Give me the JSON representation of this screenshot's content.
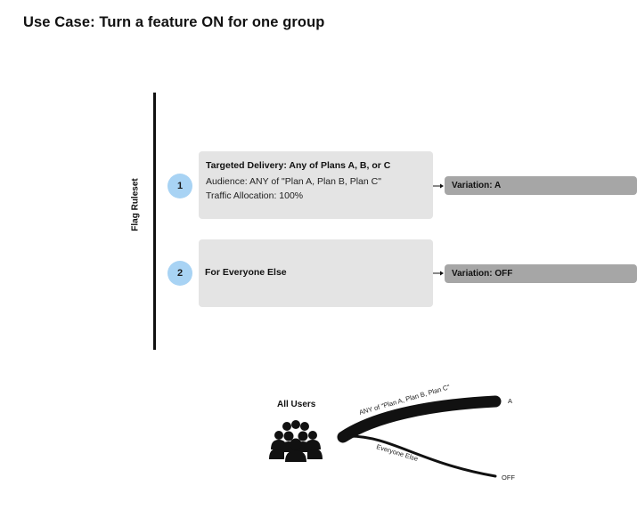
{
  "title": "Use Case: Turn a feature ON for one group",
  "ruleset": {
    "label": "Flag Ruleset",
    "rules": [
      {
        "number": "1",
        "title": "Targeted Delivery: Any of Plans A, B, or C",
        "audience": "Audience: ANY of \"Plan A, Plan B, Plan C\"",
        "traffic": "Traffic Allocation: 100%",
        "variation": "Variation: A"
      },
      {
        "number": "2",
        "title": "For Everyone Else",
        "variation": "Variation: OFF"
      }
    ]
  },
  "flow": {
    "source_label": "All Users",
    "branch_top_label": "ANY of \"Plan A, Plan B, Plan C\"",
    "branch_bottom_label": "Everyone Else",
    "end_top": "A",
    "end_bottom": "OFF",
    "icon": "users-group-icon"
  },
  "colors": {
    "badge": "#a8d3f4",
    "card": "#e4e4e4",
    "variation": "#a6a6a6"
  }
}
